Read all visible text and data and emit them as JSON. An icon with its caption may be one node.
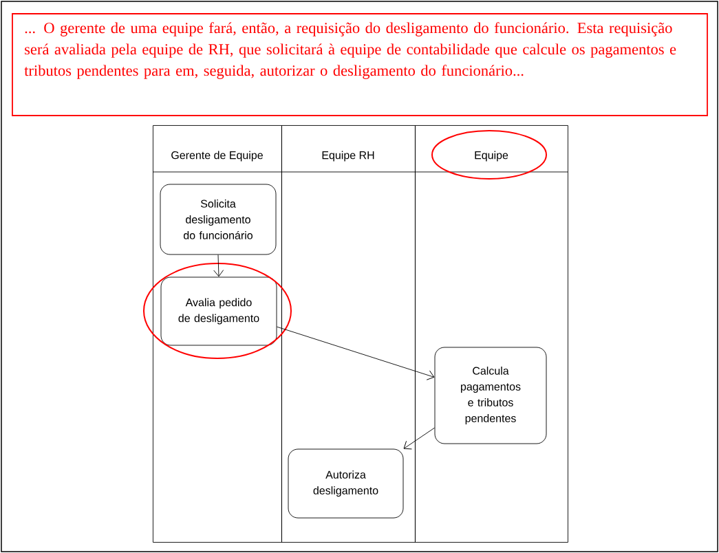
{
  "diagram": {
    "nodes": [
      {
        "text": [
          "... O gerente de uma equipe fará, então, a requisição do desligamento do funcionário. Esta requisição será avaliada pela equipe de RH, que solicitará à equipe de contabilidade que calcule os pagamentos e tributos pendentes para em, seguida, autorizar o desligamento do funcionário..."
        ]
      },
      {
        "text": [
          "Gerente de Equipe"
        ]
      },
      {
        "text": [
          "Equipe RH"
        ]
      },
      {
        "text": [
          "Equipe"
        ]
      },
      {
        "text": [
          "Solicita desligamento do funcionário"
        ],
        "in": 1
      },
      {
        "text": [
          "Avalia pedido de desligamento"
        ],
        "in": 1
      },
      {
        "text": [
          "Calcula pagamentos e tributos pendentes"
        ],
        "in": 3
      },
      {
        "text": [
          "Autoriza desligamento"
        ],
        "in": 2
      }
    ],
    "edges": [
      {
        "from": 4,
        "to": 5,
        "arrow": "to"
      },
      {
        "from": 5,
        "to": 6,
        "arrow": "to"
      },
      {
        "from": 6,
        "to": 7,
        "arrow": "to"
      }
    ]
  }
}
